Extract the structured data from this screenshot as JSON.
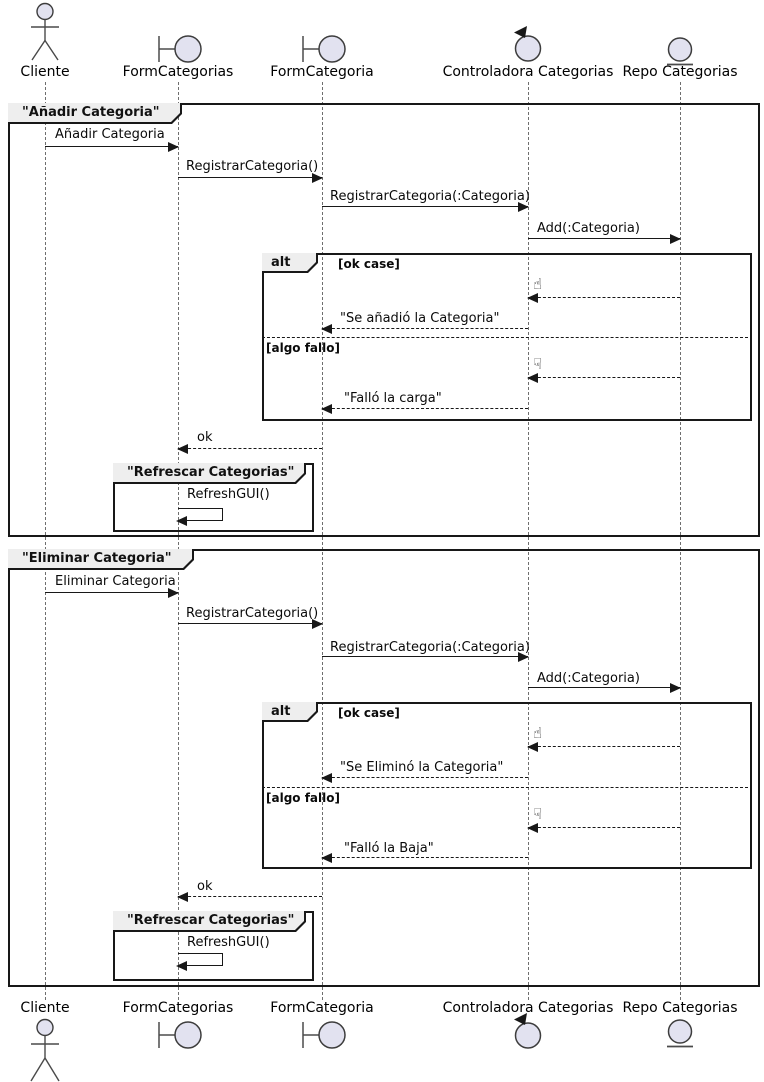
{
  "diagram_type": "uml-sequence",
  "participants": [
    {
      "label": "Cliente",
      "icon": "actor"
    },
    {
      "label": "FormCategorias",
      "icon": "boundary"
    },
    {
      "label": "FormCategoria",
      "icon": "boundary"
    },
    {
      "label": "Controladora Categorias",
      "icon": "control"
    },
    {
      "label": "Repo Categorias",
      "icon": "entity"
    }
  ],
  "icons": {
    "thumb_up": "☝",
    "thumb_down": "☟"
  },
  "colors": {
    "participant_fill": "#E2E2F0",
    "line": "#181818",
    "frame_tab_bg": "#EEEEEE",
    "lifeline": "#6E6E6E"
  },
  "frames": [
    {
      "title": "\"Añadir Categoria\"",
      "messages": [
        {
          "label": "Añadir Categoria",
          "from": "Cliente",
          "to": "FormCategorias",
          "style": "solid"
        },
        {
          "label": "RegistrarCategoria()",
          "from": "FormCategorias",
          "to": "FormCategoria",
          "style": "solid"
        },
        {
          "label": "RegistrarCategoria(:Categoria)",
          "from": "FormCategoria",
          "to": "Controladora Categorias",
          "style": "solid"
        },
        {
          "label": "Add(:Categoria)",
          "from": "Controladora Categorias",
          "to": "Repo Categorias",
          "style": "solid"
        }
      ],
      "alt": {
        "keyword": "alt",
        "cases": [
          {
            "guard": "[ok case]",
            "messages": [
              {
                "icon": "thumb-up",
                "from": "Repo Categorias",
                "to": "Controladora Categorias",
                "style": "dashed"
              },
              {
                "label": "\"Se añadió la Categoria\"",
                "from": "Controladora Categorias",
                "to": "FormCategoria",
                "style": "dashed"
              }
            ]
          },
          {
            "guard": "[algo fallo]",
            "messages": [
              {
                "icon": "thumb-down",
                "from": "Repo Categorias",
                "to": "Controladora Categorias",
                "style": "dashed"
              },
              {
                "label": "\"Falló la carga\"",
                "from": "Controladora Categorias",
                "to": "FormCategoria",
                "style": "dashed"
              }
            ]
          }
        ]
      },
      "return_message": "ok",
      "ref": {
        "title": "\"Refrescar Categorias\"",
        "message": "RefreshGUI()"
      }
    },
    {
      "title": "\"Eliminar Categoria\"",
      "messages": [
        {
          "label": "Eliminar Categoria",
          "from": "Cliente",
          "to": "FormCategorias",
          "style": "solid"
        },
        {
          "label": "RegistrarCategoria()",
          "from": "FormCategorias",
          "to": "FormCategoria",
          "style": "solid"
        },
        {
          "label": "RegistrarCategoria(:Categoria)",
          "from": "FormCategoria",
          "to": "Controladora Categorias",
          "style": "solid"
        },
        {
          "label": "Add(:Categoria)",
          "from": "Controladora Categorias",
          "to": "Repo Categorias",
          "style": "solid"
        }
      ],
      "alt": {
        "keyword": "alt",
        "cases": [
          {
            "guard": "[ok case]",
            "messages": [
              {
                "icon": "thumb-up",
                "from": "Repo Categorias",
                "to": "Controladora Categorias",
                "style": "dashed"
              },
              {
                "label": "\"Se Eliminó la Categoria\"",
                "from": "Controladora Categorias",
                "to": "FormCategoria",
                "style": "dashed"
              }
            ]
          },
          {
            "guard": "[algo fallo]",
            "messages": [
              {
                "icon": "thumb-down",
                "from": "Repo Categorias",
                "to": "Controladora Categorias",
                "style": "dashed"
              },
              {
                "label": "\"Falló la Baja\"",
                "from": "Controladora Categorias",
                "to": "FormCategoria",
                "style": "dashed"
              }
            ]
          }
        ]
      },
      "return_message": "ok",
      "ref": {
        "title": "\"Refrescar Categorias\"",
        "message": "RefreshGUI()"
      }
    }
  ]
}
